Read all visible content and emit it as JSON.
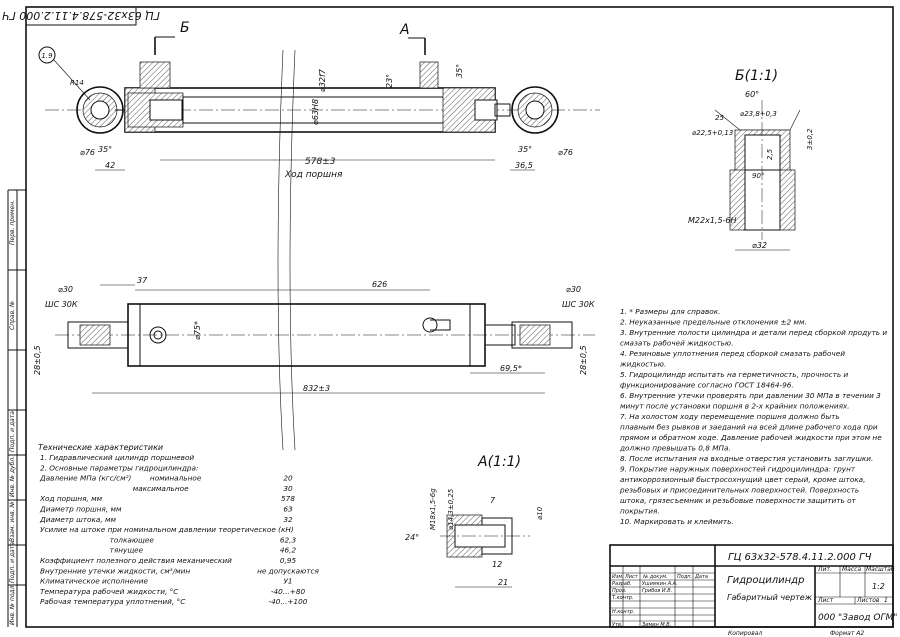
{
  "title_block": {
    "designation": "ГЦ 63х32-578.4.11.2.000 ГЧ",
    "designation_rot": "ГЦ 63х32-578.4.11.2.000 ГЧ",
    "name": "Гидроцилиндр",
    "doc_type": "Габаритный чертеж",
    "company": "000 \"Завод ОГМ\"",
    "scale": "1:2",
    "sheet_label": "Лист",
    "sheets_label": "Листов",
    "sheets": "1",
    "lit": "Лит.",
    "mass": "Масса",
    "scale_label": "Масштаб",
    "izm": "Изм.",
    "list": "Лист",
    "ndoc": "№ докум.",
    "sign": "Подп.",
    "date": "Дата",
    "razrab": "Разраб.",
    "razrab_name": "Ушимкин А.А.",
    "prov": "Пров.",
    "prov_name": "Грибов И.В.",
    "tkontr": "Т.контр.",
    "nkontr": "Н.контр.",
    "utv": "Утв.",
    "utv_name": "Зимин М.В.",
    "copied": "Копировал",
    "format": "Формат А2"
  },
  "side_stamps": [
    "Перв. примен.",
    "Справ. №",
    "Подп. и дата",
    "Инв. № дубл.",
    "Взам. инв. №",
    "Подп. и дата",
    "Инв. № подл."
  ],
  "views": {
    "section_b_label": "Б",
    "section_a_label": "А",
    "view_b_title": "Б(1:1)",
    "view_a_title": "А(1:1)"
  },
  "dimensions": {
    "balloon": "1.9",
    "d32": "⌀32f7",
    "d63": "⌀63H8",
    "d76_left": "⌀76",
    "d76_right": "⌀76",
    "r35_left": "35°",
    "r35_right": "35°",
    "d42": "42",
    "d365": "36,5",
    "stroke": "578±3",
    "stroke_label": "Ход поршня",
    "angle23": "23°",
    "angle35": "35°",
    "d30_left": "⌀30",
    "d30_right": "⌀30",
    "shs_left": "ШС 30К",
    "shs_right": "ШС 30К",
    "d37": "37",
    "d626": "626",
    "d75": "⌀75*",
    "d28_left": "28±0,5",
    "d28_right": "28±0,5",
    "d695": "69,5*",
    "d832": "832±3",
    "b_60": "60°",
    "b_25": "25",
    "b_238": "⌀23,8+0,3",
    "b_225": "⌀22,5+0,13",
    "b_3": "3±0,2",
    "b_25v": "2,5",
    "b_90": "90°",
    "b_m22": "M22x1,5-6H",
    "b_32": "⌀32",
    "a_m18": "M18x1,5-6g",
    "a_14": "⌀14,3±0,25",
    "a_7": "7",
    "a_10": "⌀10",
    "a_24": "24°",
    "a_12": "12",
    "a_21": "21"
  },
  "notes": [
    "1. * Размеры для справок.",
    "2. Неуказанные предельные отклонения ±2 мм.",
    "3. Внутренние полости цилиндра и детали перед сборкой продуть и",
    "смазать рабочей жидкостью.",
    "4. Резиновые уплотнения перед сборкой смазать рабочей",
    "жидкостью.",
    "5. Гидроцилиндр испытать на герметичность, прочность и",
    "функционирование согласно ГОСТ 18464-96.",
    "6. Внутренние утечки проверять при давлении 30 МПа в течении 3",
    "минут после установки поршня в 2-х крайних положениях.",
    "7. На холостом ходу перемещение поршня должно быть",
    "плавным без рывков и заеданий на всей длине рабочего хода при",
    "прямом и обратном ходе. Давление рабочей жидкости при этом не",
    "должно превышать 0,8 МПа.",
    "8. После испытания на входные отверстия установить заглушки.",
    "9. Покрытие наружных поверхностей гидроцилиндра: грунт",
    "антикоррозионный быстросохнущий цвет серый, кроме штока,",
    "резьбовых и присоединительных поверхностей. Поверхность",
    "штока, грязесъемник и резьбовые поверхности защитить от",
    "покрытия.",
    "10. Маркировать и клеймить."
  ],
  "specs": {
    "heading": "Технические характеристики",
    "rows": [
      {
        "label": "1. Гидравлический цилиндр поршневой",
        "value": ""
      },
      {
        "label": "2. Основные параметры гидроцилиндра:",
        "value": ""
      },
      {
        "label": "Давление МПа (кгс/см²)        номинальное",
        "value": "20"
      },
      {
        "label": "                                        максимальное",
        "value": "30"
      },
      {
        "label": "Ход поршня, мм",
        "value": "578"
      },
      {
        "label": "Диаметр поршня, мм",
        "value": "63"
      },
      {
        "label": "Диаметр штока, мм",
        "value": "32"
      },
      {
        "label": "Усилие на штоке при номинальном давлении теоретическое (кН)",
        "value": ""
      },
      {
        "label": "                              толкающее",
        "value": "62,3"
      },
      {
        "label": "                              тянущее",
        "value": "46,2"
      },
      {
        "label": "Коэффициент полезного действия механический",
        "value": "0,95"
      },
      {
        "label": "Внутренние утечки жидкости, см³/мин",
        "value": "не допускаются"
      },
      {
        "label": "Климатическое исполнение",
        "value": "У1"
      },
      {
        "label": "Температура рабочей жидкости, °С",
        "value": "-40...+80"
      },
      {
        "label": "Рабочая температура уплотнений, °С",
        "value": "-40...+100"
      }
    ]
  }
}
